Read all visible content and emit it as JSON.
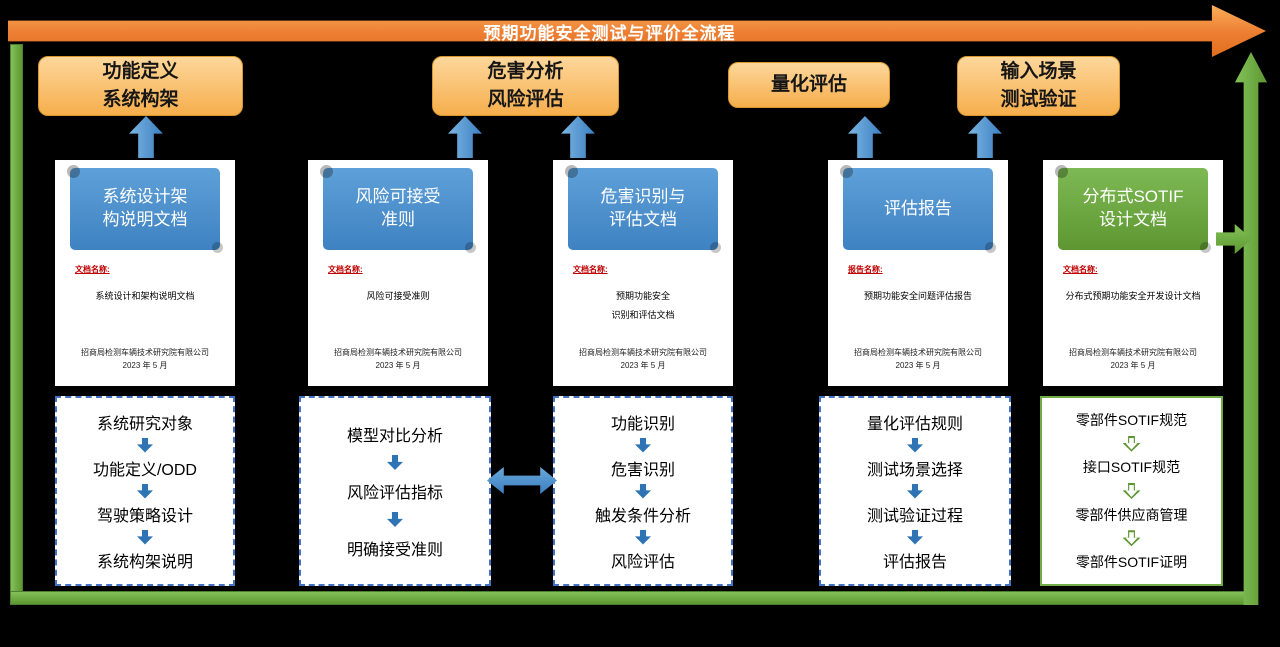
{
  "title": "预期功能安全测试与评价全流程",
  "stages": [
    {
      "lines": [
        "功能定义",
        "系统构架"
      ]
    },
    {
      "lines": [
        "危害分析",
        "风险评估"
      ]
    },
    {
      "lines": [
        "量化评估"
      ]
    },
    {
      "lines": [
        "输入场景",
        "测试验证"
      ]
    }
  ],
  "documents": [
    {
      "banner_lines": [
        "系统设计架",
        "构说明文档"
      ],
      "field_label": "文档名称:",
      "title_lines": [
        "系统设计和架构说明文档"
      ],
      "company": "招商局检测车辆技术研究院有限公司",
      "date": "2023 年 5 月"
    },
    {
      "banner_lines": [
        "风险可接受",
        "准则"
      ],
      "field_label": "文档名称:",
      "title_lines": [
        "风险可接受准则"
      ],
      "company": "招商局检测车辆技术研究院有限公司",
      "date": "2023 年 5 月"
    },
    {
      "banner_lines": [
        "危害识别与",
        "评估文档"
      ],
      "field_label": "文档名称:",
      "title_lines": [
        "预期功能安全",
        "识别和评估文档"
      ],
      "company": "招商局检测车辆技术研究院有限公司",
      "date": "2023 年 5 月"
    },
    {
      "banner_lines": [
        "评估报告"
      ],
      "field_label": "报告名称:",
      "title_lines": [
        "预期功能安全问题评估报告"
      ],
      "company": "招商局检测车辆技术研究院有限公司",
      "date": "2023 年 5 月"
    },
    {
      "banner_lines": [
        "分布式SOTIF",
        "设计文档"
      ],
      "field_label": "文档名称:",
      "title_lines": [
        "分布式预期功能安全开发设计文档"
      ],
      "company": "招商局检测车辆技术研究院有限公司",
      "date": "2023 年 5 月"
    }
  ],
  "flows": [
    {
      "steps": [
        "系统研究对象",
        "功能定义/ODD",
        "驾驶策略设计",
        "系统构架说明"
      ]
    },
    {
      "steps": [
        "模型对比分析",
        "风险评估指标",
        "明确接受准则"
      ]
    },
    {
      "steps": [
        "功能识别",
        "危害识别",
        "触发条件分析",
        "风险评估"
      ]
    },
    {
      "steps": [
        "量化评估规则",
        "测试场景选择",
        "测试验证过程",
        "评估报告"
      ]
    },
    {
      "steps": [
        "零部件SOTIF规范",
        "接口SOTIF规范",
        "零部件供应商管理",
        "零部件SOTIF证明"
      ]
    }
  ],
  "colors": {
    "background": "#000000",
    "orange_arrow": "#ED7D31",
    "stage_box": "#F6AE4C",
    "blue_arrow": "#3C7EC0",
    "banner_blue": "#4E96D3",
    "banner_green": "#70AD47",
    "flow_border_blue": "#4472C4",
    "flow_border_green": "#70AD47",
    "field_label_red": "#C00000",
    "green_frame": "#6FAD47"
  }
}
